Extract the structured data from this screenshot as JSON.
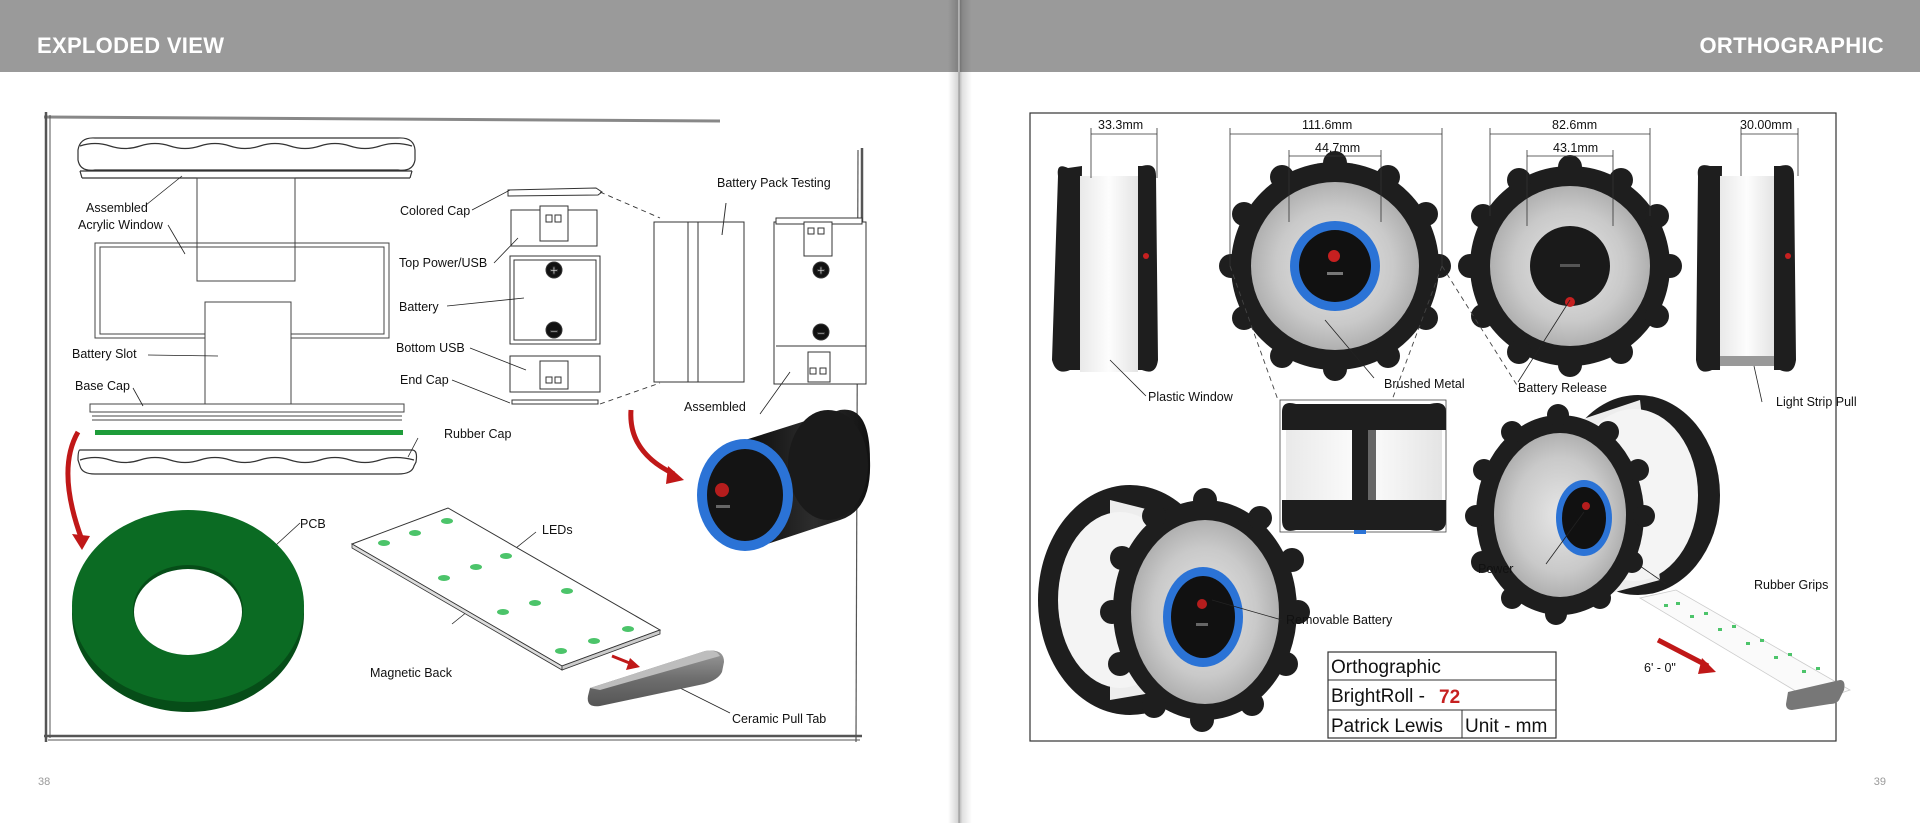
{
  "left_page": {
    "header_title": "EXPLODED VIEW",
    "page_number": "38",
    "labels": {
      "assembled_acrylic_window_1": "Assembled",
      "assembled_acrylic_window_2": "Acrylic Window",
      "battery_slot": "Battery Slot",
      "base_cap": "Base Cap",
      "colored_cap": "Colored Cap",
      "top_power_usb": "Top Power/USB",
      "battery": "Battery",
      "bottom_usb": "Bottom USB",
      "end_cap": "End Cap",
      "battery_pack_testing": "Battery Pack Testing",
      "assembled": "Assembled",
      "rubber_cap": "Rubber Cap",
      "pcb": "PCB",
      "leds": "LEDs",
      "magnetic_back": "Magnetic Back",
      "ceramic_pull_tab": "Ceramic Pull Tab"
    }
  },
  "right_page": {
    "header_title": "ORTHOGRAPHIC",
    "page_number": "39",
    "dimensions": {
      "side_width": "33.3mm",
      "outer_diameter": "111.6mm",
      "inner_diameter": "44.7mm",
      "back_diameter": "82.6mm",
      "back_inner": "43.1mm",
      "right_width": "30.00mm"
    },
    "labels": {
      "plastic_window": "Plastic Window",
      "brushed_metal": "Brushed Metal",
      "battery_release": "Battery Release",
      "light_strip_pull": "Light Strip Pull",
      "power": "Power",
      "rubber_grips": "Rubber Grips",
      "removable_battery": "Removable Battery",
      "strip_length": "6' - 0\""
    },
    "title_block": {
      "view": "Orthographic",
      "product": "BrightRoll - ",
      "product_number": "72",
      "author": "Patrick Lewis",
      "unit": "Unit - mm"
    }
  },
  "colors": {
    "header": "#9a9a9a",
    "pcb_green": "#0b6b23",
    "accent_blue": "#2b73d6",
    "arrow_red": "#c01818",
    "rubber_black": "#1e1e1e"
  }
}
